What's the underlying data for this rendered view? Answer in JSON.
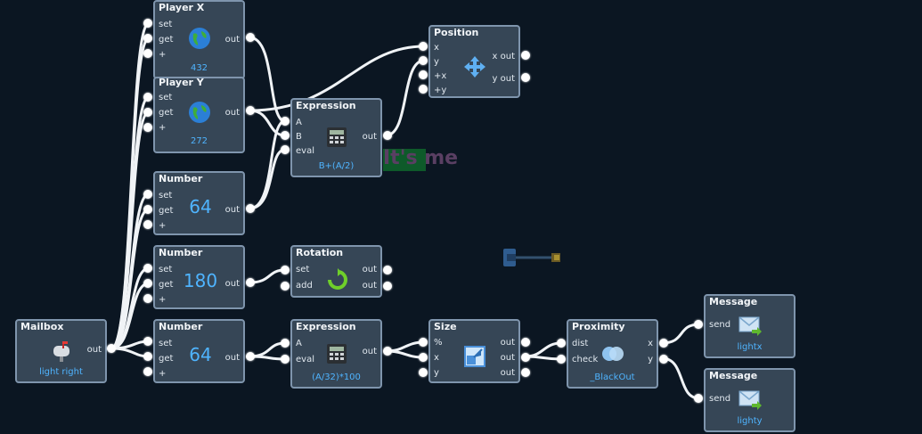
{
  "canvas": {
    "background": "#0b1622",
    "ghost_text": "It's me"
  },
  "nodes": {
    "player_x": {
      "title": "Player X",
      "ports": [
        "set",
        "get",
        "+"
      ],
      "out": "out",
      "value": "432",
      "icon": "globe-icon"
    },
    "player_y": {
      "title": "Player Y",
      "ports": [
        "set",
        "get",
        "+"
      ],
      "out": "out",
      "value": "272",
      "icon": "globe-icon"
    },
    "number1": {
      "title": "Number",
      "ports": [
        "set",
        "get",
        "+"
      ],
      "out": "out",
      "value": "64"
    },
    "number2": {
      "title": "Number",
      "ports": [
        "set",
        "get",
        "+"
      ],
      "out": "out",
      "value": "180"
    },
    "number3": {
      "title": "Number",
      "ports": [
        "set",
        "get",
        "+"
      ],
      "out": "out",
      "value": "64"
    },
    "mailbox": {
      "title": "Mailbox",
      "out": "out",
      "value": "light right",
      "icon": "mailbox-icon"
    },
    "expression1": {
      "title": "Expression",
      "ports": [
        "A",
        "B",
        "eval"
      ],
      "out": "out",
      "value": "B+(A/2)",
      "icon": "calculator-icon"
    },
    "expression2": {
      "title": "Expression",
      "ports": [
        "A",
        "eval"
      ],
      "out": "out",
      "value": "(A/32)*100",
      "icon": "calculator-icon"
    },
    "position": {
      "title": "Position",
      "ports": [
        "x",
        "y",
        "+x",
        "+y"
      ],
      "outs": [
        "x out",
        "y out"
      ],
      "icon": "move-arrows-icon"
    },
    "rotation": {
      "title": "Rotation",
      "ports": [
        "set",
        "add"
      ],
      "outs": [
        "out",
        "out"
      ],
      "icon": "rotate-icon"
    },
    "size": {
      "title": "Size",
      "ports": [
        "%",
        "x",
        "y"
      ],
      "outs": [
        "out",
        "out",
        "out"
      ],
      "icon": "resize-icon"
    },
    "proximity": {
      "title": "Proximity",
      "ports": [
        "dist",
        "check"
      ],
      "outs": [
        "x",
        "y"
      ],
      "value": "_BlackOut",
      "icon": "circles-icon"
    },
    "message1": {
      "title": "Message",
      "ports": [
        "send"
      ],
      "value": "lightx",
      "icon": "envelope-icon"
    },
    "message2": {
      "title": "Message",
      "ports": [
        "send"
      ],
      "value": "lighty",
      "icon": "envelope-icon"
    }
  },
  "colors": {
    "node_bg": "#364656",
    "node_border": "#7f95ad",
    "value": "#4fb4ff",
    "wire": "#f4f6f8"
  }
}
